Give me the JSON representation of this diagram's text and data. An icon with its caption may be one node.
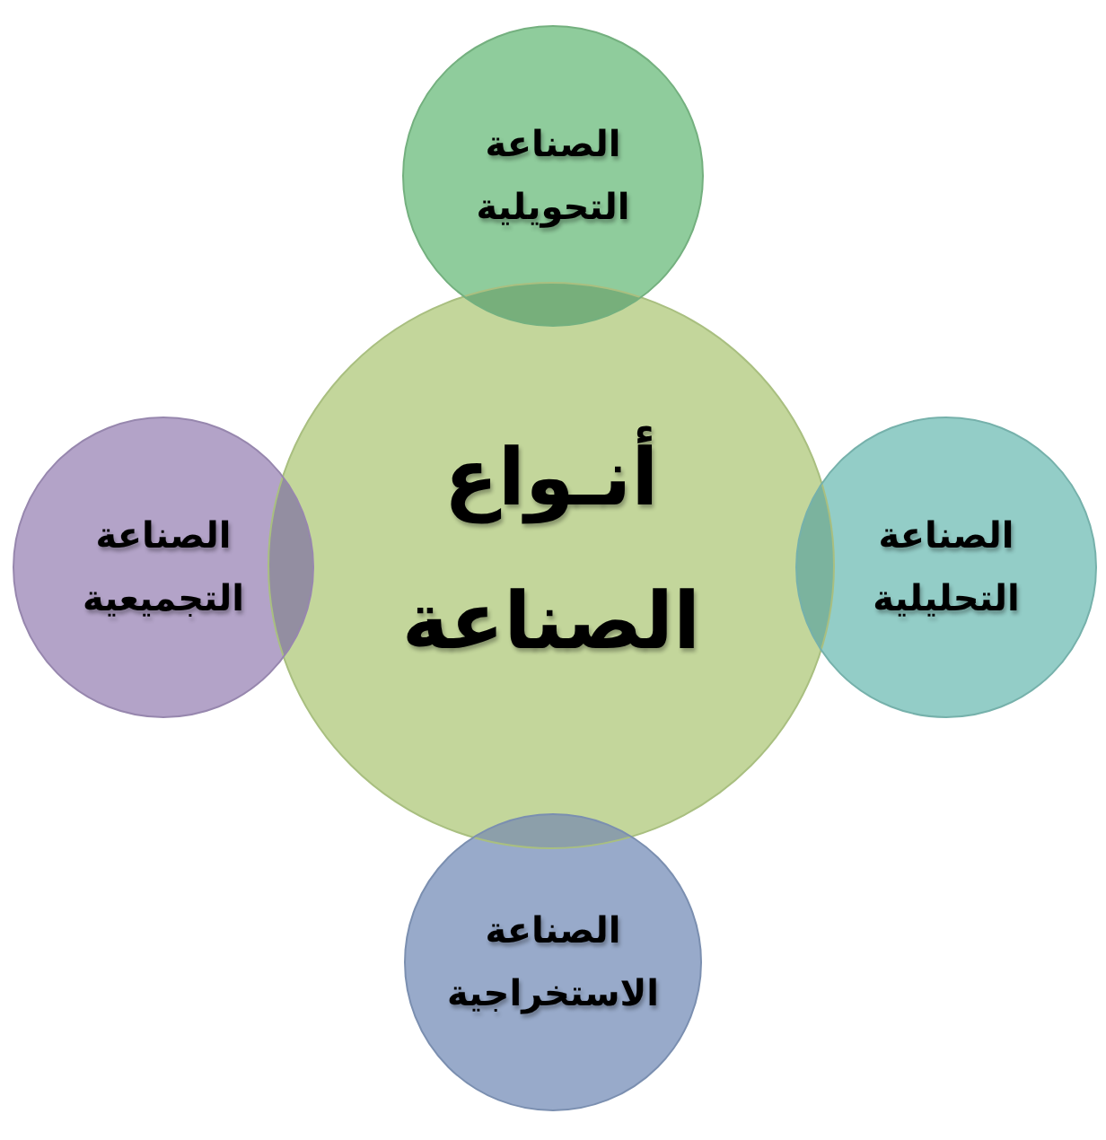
{
  "diagram": {
    "nodes": [
      {
        "text": [
          "أنـواع الصناعة"
        ]
      },
      {
        "text": [
          "الصناعة التحويلية"
        ]
      },
      {
        "text": [
          "الصناعة التحليلية"
        ]
      },
      {
        "text": [
          "الصناعة التجميعية"
        ]
      },
      {
        "text": [
          "الصناعة الاستخراجية"
        ]
      }
    ]
  }
}
